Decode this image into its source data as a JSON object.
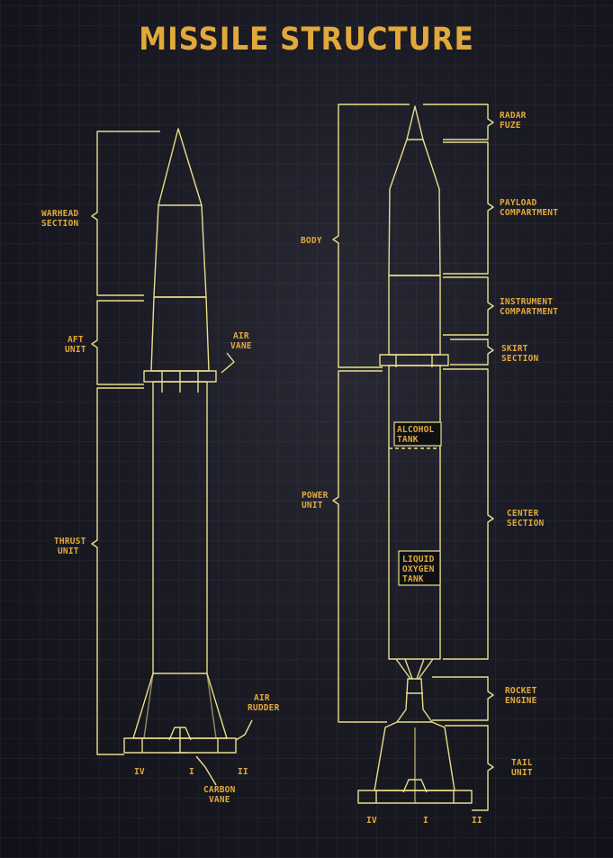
{
  "title": "MISSILE STRUCTURE",
  "left_labels": {
    "warhead_l1": "WARHEAD",
    "warhead_l2": "SECTION",
    "aft_l1": "AFT",
    "aft_l2": "UNIT",
    "airvane_l1": "AIR",
    "airvane_l2": "VANE",
    "thrust_l1": "THRUST",
    "thrust_l2": "UNIT",
    "airrudder_l1": "AIR",
    "airrudder_l2": "RUDDER",
    "carbon_l1": "CARBON",
    "carbon_l2": "VANE",
    "fin_iv": "IV",
    "fin_i": "I",
    "fin_ii": "II"
  },
  "right_labels": {
    "radar_l1": "RADAR",
    "radar_l2": "FUZE",
    "body": "BODY",
    "payload_l1": "PAYLOAD",
    "payload_l2": "COMPARTMENT",
    "instrument_l1": "INSTRUMENT",
    "instrument_l2": "COMPARTMENT",
    "skirt_l1": "SKIRT",
    "skirt_l2": "SECTION",
    "power_l1": "POWER",
    "power_l2": "UNIT",
    "alcohol_l1": "ALCOHOL",
    "alcohol_l2": "TANK",
    "center_l1": "CENTER",
    "center_l2": "SECTION",
    "lox_l1": "LIQUID",
    "lox_l2": "OXYGEN",
    "lox_l3": "TANK",
    "rocket_l1": "ROCKET",
    "rocket_l2": "ENGINE",
    "tail_l1": "TAIL",
    "tail_l2": "UNIT",
    "fin_iv": "IV",
    "fin_i": "I",
    "fin_ii": "II"
  },
  "colors": {
    "label": "#e2a93a",
    "line": "#e8dd8a",
    "background": "#1b1b25"
  }
}
